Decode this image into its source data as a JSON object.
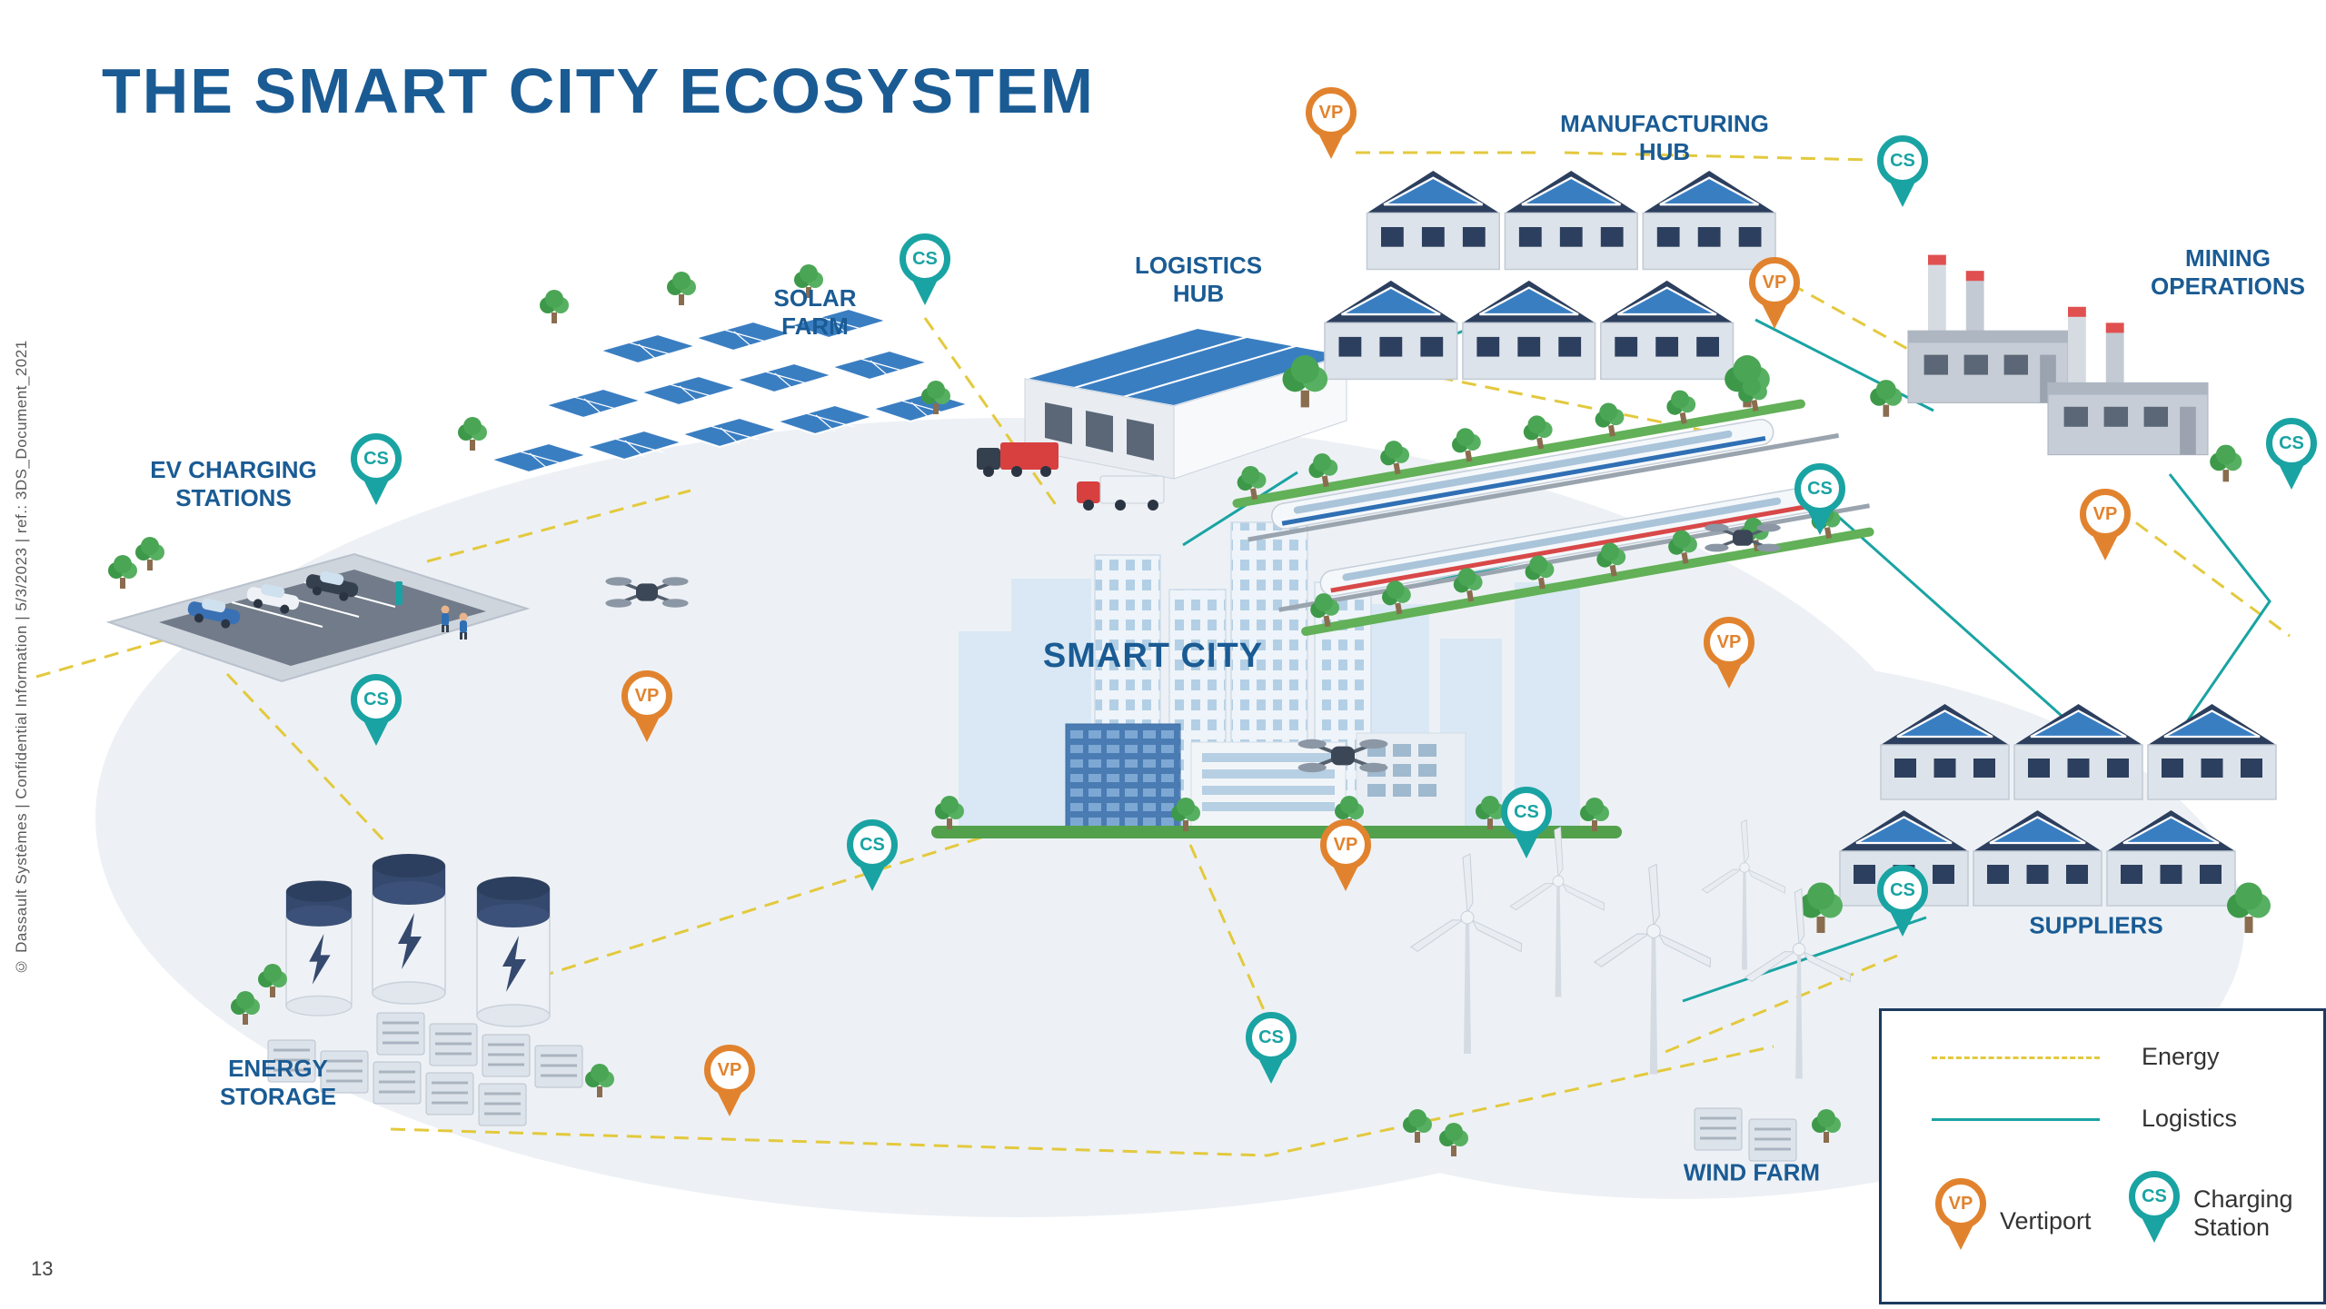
{
  "slide": {
    "title": "THE SMART CITY ECOSYSTEM",
    "page_number": "13",
    "sidebar_text": "© Dassault Systèmes | Confidential Information | 5/3/2023 | ref.: 3DS_Document_2021"
  },
  "nodes": {
    "solar_farm": "SOLAR FARM",
    "ev_charging_stations": "EV CHARGING STATIONS",
    "logistics_hub": "LOGISTICS HUB",
    "manufacturing_hub": "MANUFACTURING HUB",
    "mining_operations": "MINING OPERATIONS",
    "smart_city": "SMART CITY",
    "energy_storage": "ENERGY STORAGE",
    "wind_farm": "WIND FARM",
    "suppliers": "SUPPLIERS"
  },
  "pins": {
    "vertiport_label": "VP",
    "charging_label": "CS"
  },
  "legend": {
    "energy": "Energy",
    "logistics": "Logistics",
    "vertiport": "Vertiport",
    "charging_station": "Charging Station"
  },
  "colors": {
    "title_blue": "#1a5b94",
    "energy_yellow": "#e3c93d",
    "logistics_teal": "#1aa3a3",
    "vertiport_orange": "#e1832e",
    "charging_teal": "#1aa3a3"
  }
}
